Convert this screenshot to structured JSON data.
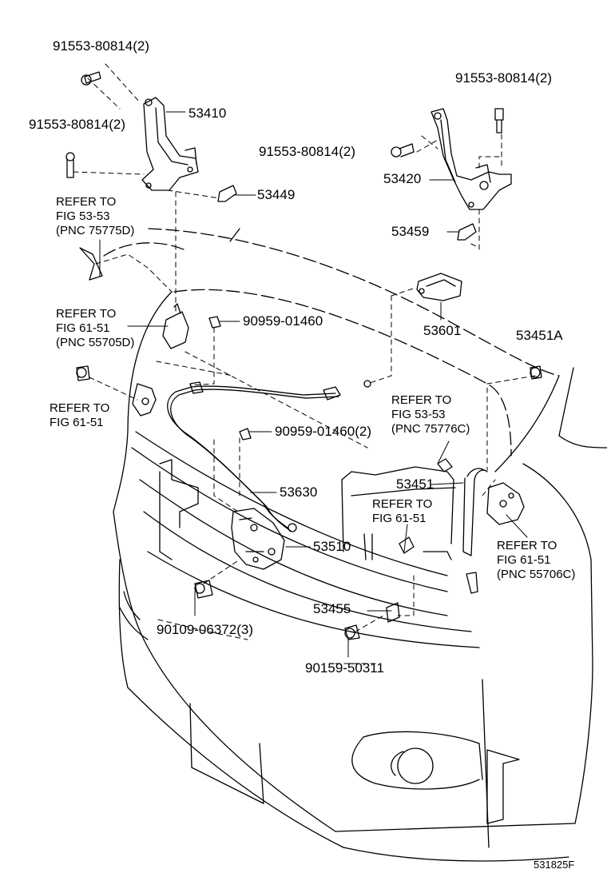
{
  "labels": {
    "bolt_top_left": "91553-80814(2)",
    "bolt_left": "91553-80814(2)",
    "bolt_top_right": "91553-80814(2)",
    "bolt_mid_right": "91553-80814(2)",
    "p53410": "53410",
    "p53449": "53449",
    "p53420": "53420",
    "p53459": "53459",
    "p53601": "53601",
    "p53451a": "53451A",
    "p90959_a": "90959-01460",
    "p90959_b": "90959-01460(2)",
    "p53630": "53630",
    "p53451": "53451",
    "p53510": "53510",
    "p53455": "53455",
    "p90109": "90109-06372(3)",
    "p90159": "90159-50311"
  },
  "refs": {
    "r1": [
      "REFER TO",
      "FIG 53-53",
      "(PNC 75775D)"
    ],
    "r2": [
      "REFER TO",
      "FIG 61-51",
      "(PNC 55705D)"
    ],
    "r3": [
      "REFER TO",
      "FIG  61-51"
    ],
    "r4": [
      "REFER TO",
      "FIG 53-53",
      "(PNC 75776C)"
    ],
    "r5": [
      "REFER TO",
      "FIG  61-51"
    ],
    "r6": [
      "REFER TO",
      "FIG 61-51",
      "(PNC 55706C)"
    ]
  },
  "diagram_code": "531825F"
}
